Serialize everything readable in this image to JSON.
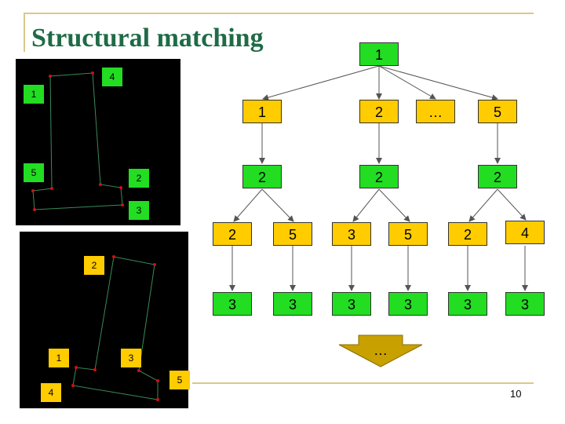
{
  "title": "Structural matching",
  "page_number": "10",
  "colors": {
    "title": "#1f6b47",
    "green_node": "#22dd22",
    "yellow_node": "#ffcc00",
    "arrow": "#c8a000",
    "rule": "#d9c98a"
  },
  "panel_top": {
    "labels": [
      "1",
      "4",
      "5",
      "2",
      "3"
    ]
  },
  "panel_bottom": {
    "labels": [
      "2",
      "1",
      "3",
      "4",
      "5"
    ]
  },
  "tree": {
    "root": "1",
    "level1": [
      "1",
      "2",
      "…",
      "5"
    ],
    "level2": [
      "2",
      "2",
      "2"
    ],
    "level3": [
      "2",
      "5",
      "3",
      "5",
      "2",
      "4"
    ],
    "level4": [
      "3",
      "3",
      "3",
      "3",
      "3",
      "3"
    ]
  },
  "continuation_label": "…"
}
